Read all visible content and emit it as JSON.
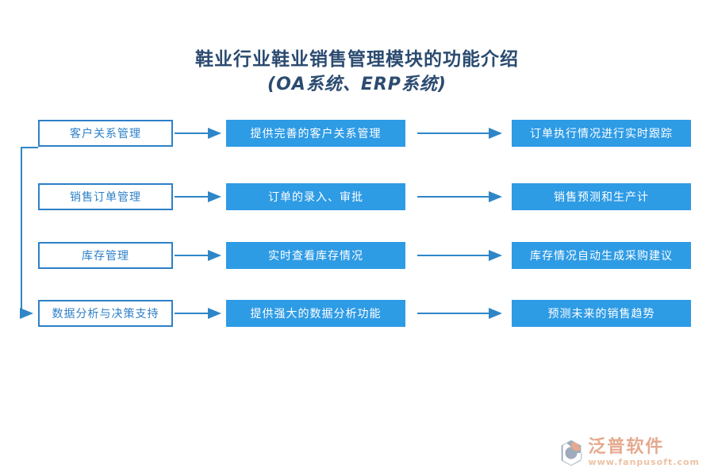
{
  "title": {
    "line1": "鞋业行业鞋业销售管理模块的功能介绍",
    "line2": "(OA系统、ERP系统)"
  },
  "diagram": {
    "rows": [
      {
        "module": "客户关系管理",
        "feature": "提供完善的客户关系管理",
        "benefit": "订单执行情况进行实时跟踪"
      },
      {
        "module": "销售订单管理",
        "feature": "订单的录入、审批",
        "benefit": "销售预测和生产计"
      },
      {
        "module": "库存管理",
        "feature": "实时查看库存情况",
        "benefit": "库存情况自动生成采购建议"
      },
      {
        "module": "数据分析与决策支持",
        "feature": "提供强大的数据分析功能",
        "benefit": "预测未来的销售趋势"
      }
    ]
  },
  "colors": {
    "title_text": "#2B4B70",
    "box_fill": "#2E9BE5",
    "box_border": "#2E80C8",
    "arrow": "#2E86C8",
    "brand_orange": "#E5A98E",
    "site_orange": "#ECC2A4",
    "logo_gray": "#9FABBC"
  },
  "footer": {
    "brand": "泛普软件",
    "website": "www.fanpusoft.com"
  }
}
